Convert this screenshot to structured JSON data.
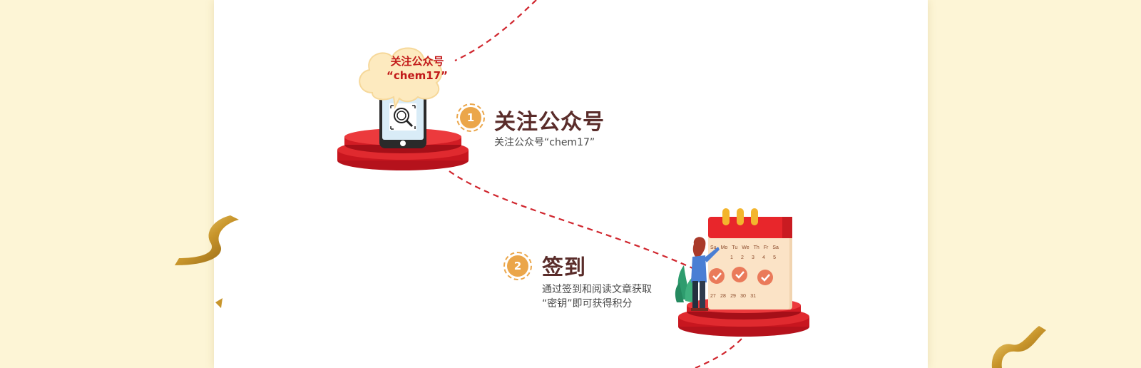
{
  "colors": {
    "page_background": "#fdf5d6",
    "panel_background": "#ffffff",
    "accent_red": "#d8202a",
    "path_dash": "#d0262e",
    "badge_gold": "#eba64a",
    "title_brown": "#5a2c2a"
  },
  "cloud": {
    "line1": "关注公众号",
    "line2": "“chem17”"
  },
  "steps": [
    {
      "number": "1",
      "title": "关注公众号",
      "desc_line1": "关注公众号“chem17”",
      "icon": "phone-qr-scan-icon"
    },
    {
      "number": "2",
      "title": "签到",
      "desc_line1": "通过签到和阅读文章获取",
      "desc_line2": "“密钥”即可获得积分",
      "icon": "calendar-checkin-icon"
    }
  ],
  "calendar": {
    "weekdays": [
      "Su",
      "Mo",
      "Tu",
      "We",
      "Th",
      "Fr",
      "Sa"
    ],
    "row1": [
      "1",
      "2",
      "3",
      "4",
      "5"
    ],
    "row_last": [
      "27",
      "28",
      "29",
      "30",
      "31"
    ]
  }
}
